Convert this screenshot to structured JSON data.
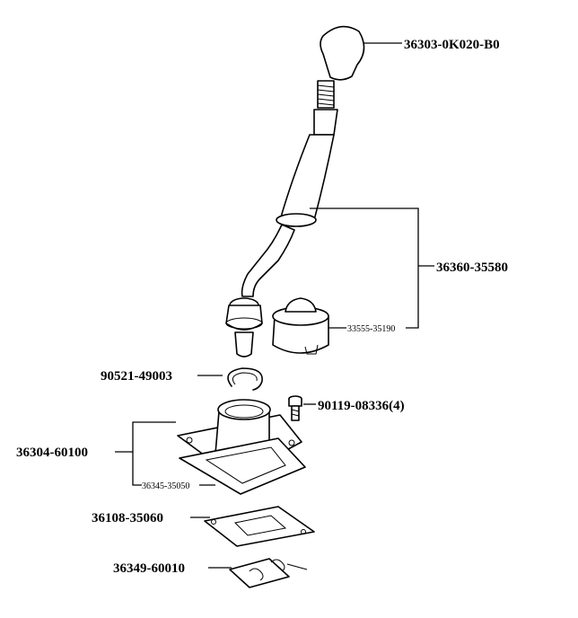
{
  "labels": {
    "knob": "36303-0K020-B0",
    "lever": "36360-35580",
    "boot": "33555-35190",
    "snap_ring": "90521-49003",
    "bolt": "90119-08336(4)",
    "retainer": "36304-60100",
    "gasket_inner": "36345-35050",
    "plate": "36108-35060",
    "spring_clip": "36349-60010"
  }
}
